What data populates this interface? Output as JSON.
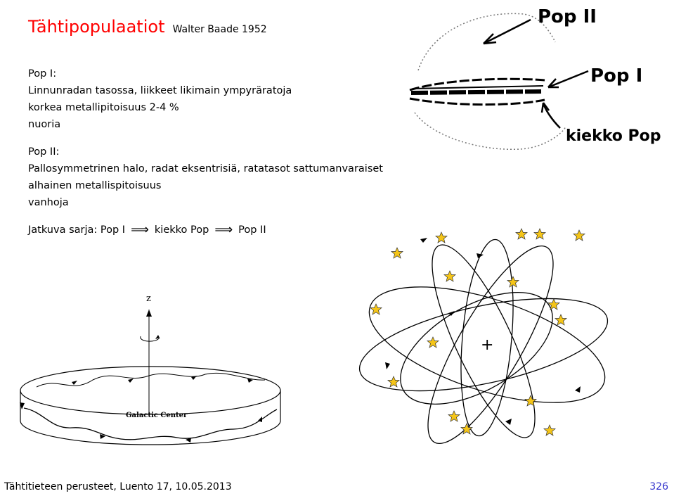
{
  "colors": {
    "accent": "#ff0000",
    "page_number": "#3333cc"
  },
  "slide": {
    "title": "Tähtipopulaatiot",
    "title_sub": "Walter Baade 1952",
    "pop1": {
      "heading": "Pop I:",
      "lines": [
        "Linnunradan tasossa, liikkeet likimain ympyräratoja",
        "korkea metallipitoisuus 2-4 %",
        "nuoria"
      ]
    },
    "pop2": {
      "heading": "Pop II:",
      "lines": [
        "Pallosymmetrinen halo, radat eksentrisiä, ratatasot sattumanvaraiset",
        "alhainen metallispitoisuus",
        "vanhoja"
      ]
    },
    "sequence": {
      "label": "Jatkuva sarja:",
      "first": "Pop I",
      "middle": "kiekko Pop",
      "last": "Pop II",
      "arrow": "⟹"
    }
  },
  "sketch": {
    "label_pop2": "Pop II",
    "label_pop1": "Pop I",
    "label_disk": "kiekko Pop"
  },
  "disk_diagram": {
    "axis_label": "z",
    "center_label": "Galactic Center"
  },
  "halo_diagram": {
    "center_mark": "+"
  },
  "footer": {
    "text": "Tähtitieteen perusteet, Luento 17, 10.05.2013",
    "page_number": "326"
  }
}
